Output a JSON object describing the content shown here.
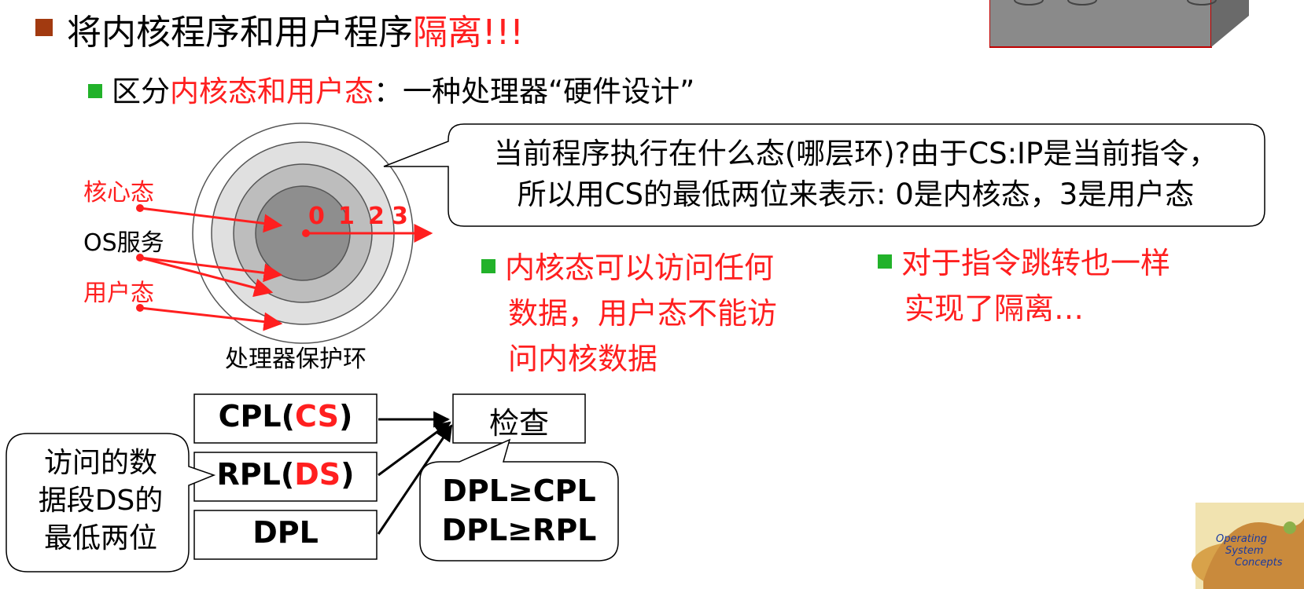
{
  "title": {
    "main": "将内核程序和用户程序",
    "emphasis": "隔离!!!"
  },
  "subtitle": {
    "prefix": "区分",
    "emphasis": "内核态和用户态",
    "suffix": "：一种处理器“硬件设计”"
  },
  "rings": {
    "labels": {
      "kernel": "核心态",
      "os_service": "OS服务",
      "user": "用户态",
      "caption": "处理器保护环"
    },
    "numbers": [
      "0",
      "1",
      "2",
      "3"
    ]
  },
  "callout": {
    "line1": "当前程序执行在什么态(哪层环)?由于CS:IP是当前指令，",
    "line2": "所以用CS的最低两位来表示: 0是内核态，3是用户态"
  },
  "bullets": {
    "kernel_access": [
      "内核态可以访问任何",
      "数据，用户态不能访",
      "问内核数据"
    ],
    "jump": [
      "对于指令跳转也一样",
      "实现了隔离…"
    ]
  },
  "boxes": {
    "cpl_prefix": "CPL(",
    "cpl_reg": "CS",
    "rpl_prefix": "RPL(",
    "rpl_reg": "DS",
    "close": ")",
    "dpl": "DPL",
    "check": "检查"
  },
  "left_callout": {
    "lines": [
      "访问的数",
      "据段DS的",
      "最低两位"
    ]
  },
  "condition": {
    "lines": [
      "DPL≥CPL",
      "DPL≥RPL"
    ]
  },
  "logo": {
    "line1": "Operating",
    "line2": "System",
    "line3": "Concepts"
  },
  "colors": {
    "accent_red": "#ff1f1f",
    "bullet_green": "#22b22a",
    "title_bullet": "#a23a10",
    "top_box_gray": "#8a8a8a"
  }
}
